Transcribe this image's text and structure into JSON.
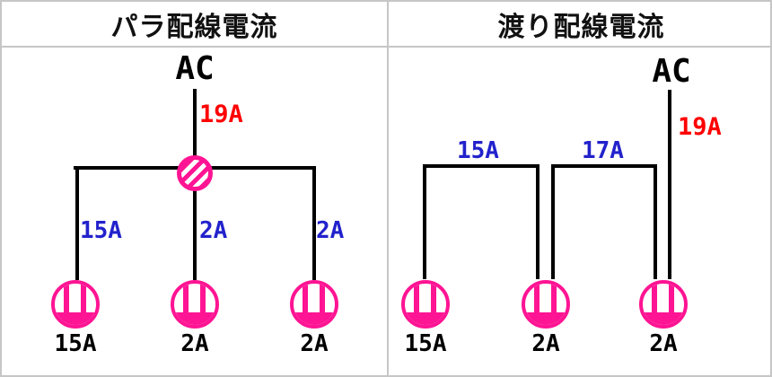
{
  "header": {
    "left_title": "パラ配線電流",
    "right_title": "渡り配線電流"
  },
  "left": {
    "source": "AC",
    "feed_current": "19A",
    "branch_currents": [
      "15A",
      "2A",
      "2A"
    ],
    "lamp_labels": [
      "15A",
      "2A",
      "2A"
    ],
    "junction_icon": "hatched-junction-node-icon"
  },
  "right": {
    "source": "AC",
    "feed_current": "19A",
    "link_currents": [
      "15A",
      "17A"
    ],
    "lamp_labels": [
      "15A",
      "2A",
      "2A"
    ]
  },
  "icons": {
    "lamp": "lamp-icon",
    "junction": "junction-node-icon"
  },
  "colors": {
    "lamp_pink": "#FF1493",
    "feed_red": "#FF0000",
    "branch_blue": "#2222CC",
    "wire_black": "#000000",
    "grid_gray": "#C6C6C6"
  }
}
